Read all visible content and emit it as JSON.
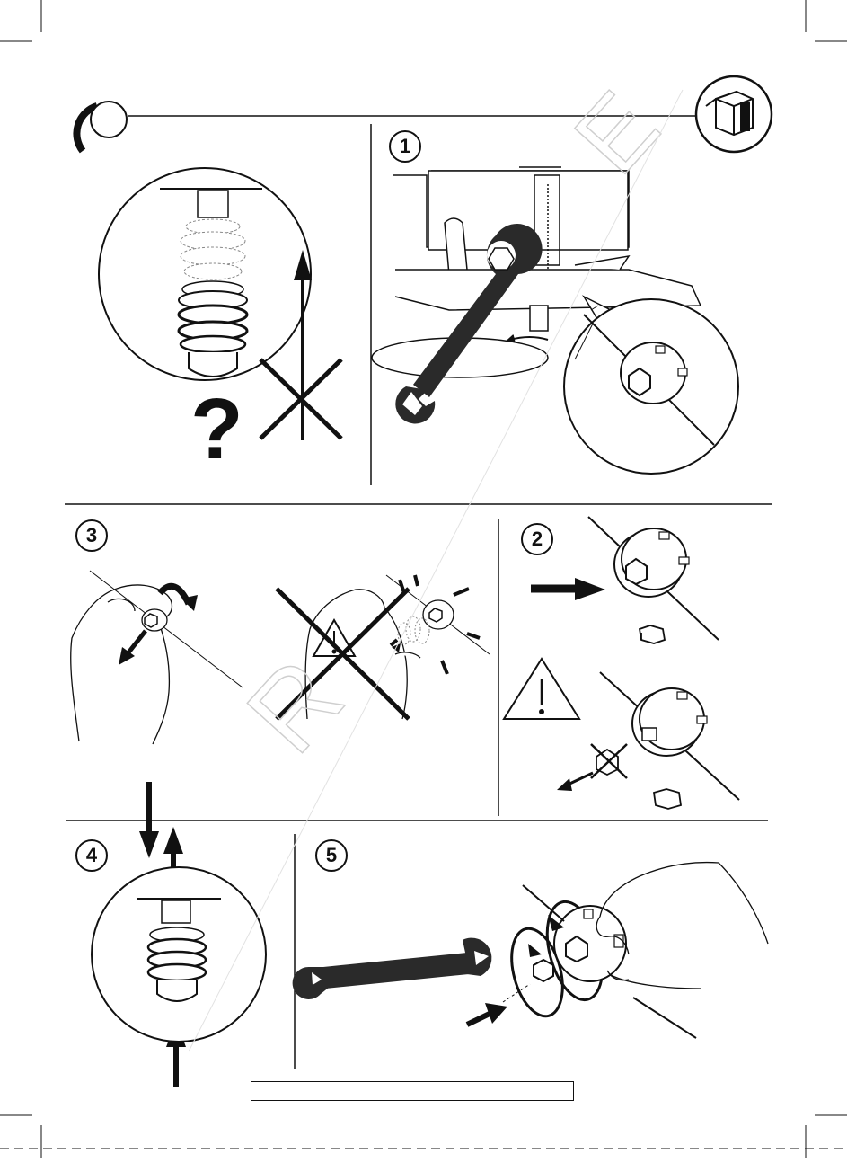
{
  "steps": {
    "s1": "1",
    "s2": "2",
    "s3": "3",
    "s4": "4",
    "s5": "5"
  },
  "question_mark": "?",
  "watermark_text": "REF LE",
  "colors": {
    "ink": "#111111",
    "wrench": "#2a2a2a",
    "line": "#222222",
    "paper": "#ffffff"
  },
  "icons": [
    "box-icon",
    "warning-icon",
    "wrench-icon",
    "hand-icon",
    "nut-icon",
    "cross-icon",
    "arrow-icon",
    "hourglass-tab-icon"
  ]
}
